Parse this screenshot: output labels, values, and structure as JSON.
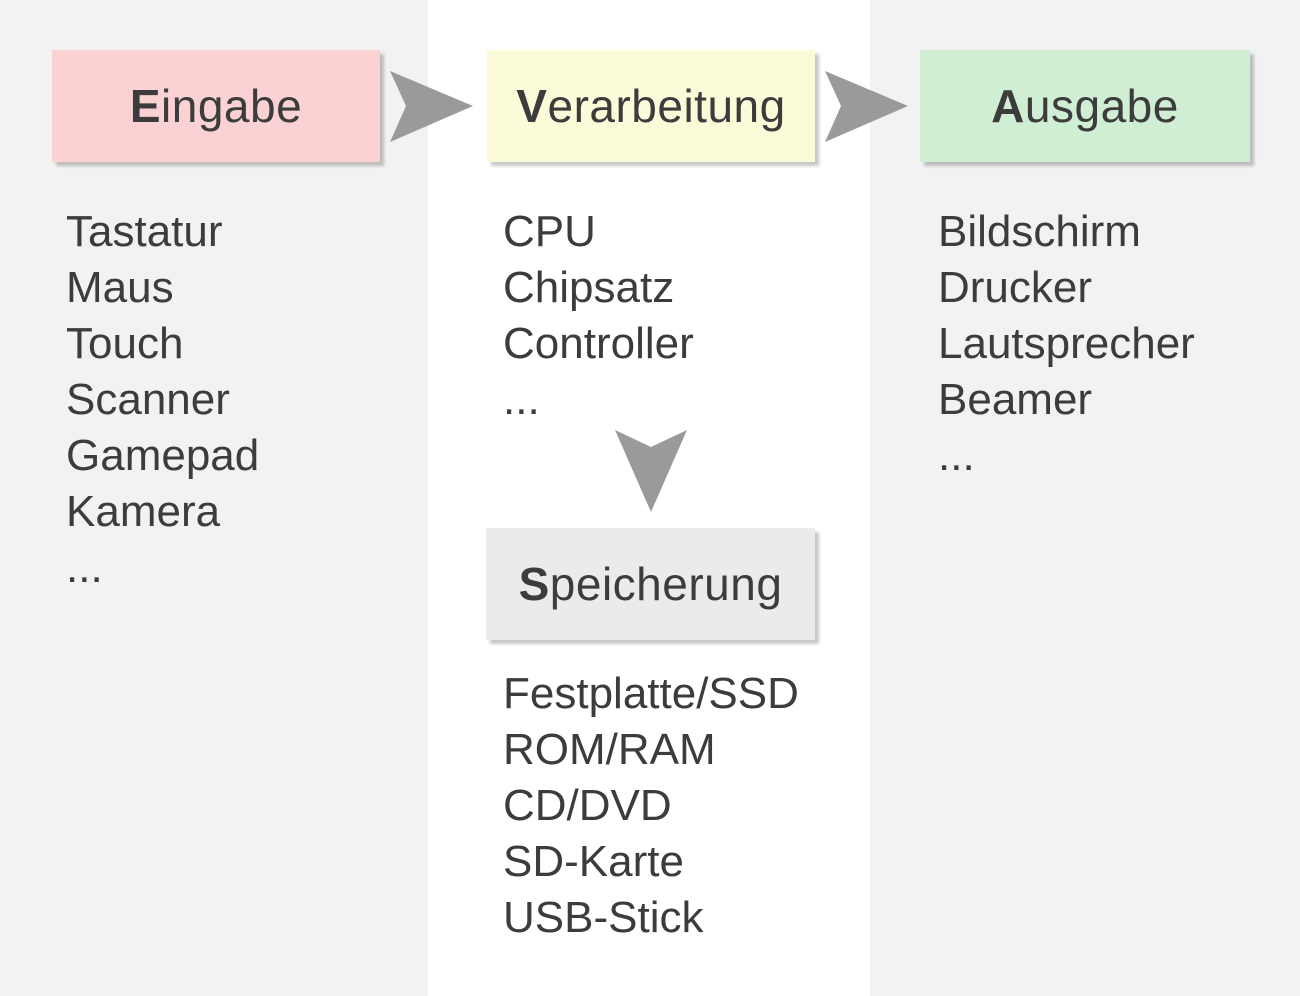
{
  "colors": {
    "background": "#f2f2f2",
    "center_band": "#ffffff",
    "text": "#3c3c3c",
    "arrow": "#9a9a9a"
  },
  "icons": {
    "flow_right": "arrow-right-icon",
    "flow_down": "arrow-down-icon"
  },
  "nodes": {
    "eingabe": {
      "label": "Eingabe",
      "label_initial": "E",
      "label_rest": "ingabe",
      "fill": "#fbd2d4",
      "items": [
        "Tastatur",
        "Maus",
        "Touch",
        "Scanner",
        "Gamepad",
        "Kamera",
        "..."
      ]
    },
    "verarbeitung": {
      "label": "Verarbeitung",
      "label_initial": "V",
      "label_rest": "erarbeitung",
      "fill": "#fbfbda",
      "items": [
        "CPU",
        "Chipsatz",
        "Controller",
        "..."
      ]
    },
    "ausgabe": {
      "label": "Ausgabe",
      "label_initial": "A",
      "label_rest": "usgabe",
      "fill": "#cfeed3",
      "items": [
        "Bildschirm",
        "Drucker",
        "Lautsprecher",
        "Beamer",
        "..."
      ]
    },
    "speicherung": {
      "label": "Speicherung",
      "label_initial": "S",
      "label_rest": "peicherung",
      "fill": "#ebebeb",
      "items": [
        "Festplatte/SSD",
        "ROM/RAM",
        "CD/DVD",
        "SD-Karte",
        "USB-Stick"
      ]
    }
  }
}
